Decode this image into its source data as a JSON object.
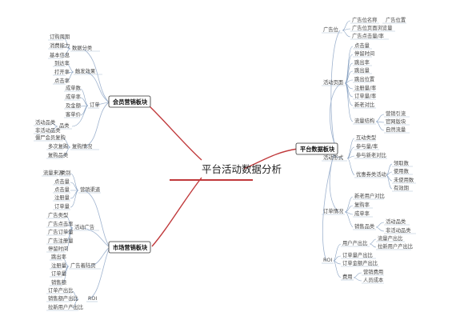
{
  "root": "平台活动数据分析",
  "branches": {
    "member": "会员营销板块",
    "platform": "平台数据板块",
    "market": "市场营销板块"
  },
  "member": {
    "g1": {
      "label": "数据分类",
      "items": [
        "订购周期",
        "消费能力",
        "基本信息"
      ]
    },
    "g2": {
      "label": "触发效果",
      "items": [
        "到达率",
        "打开率",
        "点击率"
      ]
    },
    "g3": {
      "label": "订单",
      "items": [
        "成单数",
        "成单率",
        "及金额",
        "客单价"
      ],
      "sub": {
        "label": "品类",
        "items": [
          "活动品类",
          "非活动品类"
        ]
      }
    },
    "g4": {
      "label": "复购情况",
      "items": [
        "僵尸会员复购",
        "多次复购",
        "复购品类"
      ]
    }
  },
  "platform": {
    "g1": {
      "label": "广告位",
      "items": [
        {
          "label": "广告位名称",
          "child": "广告位置"
        },
        {
          "label": "广告位页面浏览量",
          "child": ""
        },
        {
          "label": "广告点击量/率",
          "child": ""
        }
      ]
    },
    "g2": {
      "label": "活动页面",
      "items": [
        "点击量",
        "停留时间",
        "跳出率",
        "跳出量",
        "跳出位置",
        "注册量/率",
        "订单量/率",
        "新老对比"
      ],
      "sub": {
        "label": "流量结构",
        "items": [
          "营销引流",
          "官网版块",
          "自然流量"
        ]
      }
    },
    "g3": {
      "label": "活动形式",
      "items": [
        "互动类型",
        "参与量/率",
        "参与新老对比"
      ],
      "sub": {
        "label": "优惠券类活动",
        "items": [
          "领取数",
          "使用数",
          "未使用数",
          "有效期"
        ]
      }
    },
    "g4": {
      "label": "订单情况",
      "items": [
        "新老用户对比",
        "复购率",
        "成单率"
      ],
      "sub": {
        "label": "销售品类",
        "items": [
          "活动品类",
          "非活动品类"
        ]
      }
    },
    "g5": {
      "label": "ROI",
      "uvp": {
        "label": "用户产出比",
        "items": [
          "流量产出比",
          "拉新用户产出比"
        ]
      },
      "items": [
        "订单量产出比",
        "订单金额产出比"
      ],
      "cost": {
        "label": "费用",
        "items": [
          "营销费用",
          "人员成本"
        ]
      }
    }
  },
  "market": {
    "g1": {
      "label": "营销渠道",
      "items": [
        "流量来源",
        "点击量",
        "点击量",
        "注册量",
        "订单量"
      ],
      "child0": "类别"
    },
    "g2": {
      "label": "活动广告",
      "items": [
        "广告类型",
        "广告点击率",
        "广告订单量",
        "广告注册量",
        "停留时间"
      ]
    },
    "g3": {
      "label": "广告着陆页",
      "items": [
        "跳出率",
        "注册量",
        "订单量",
        "销售额"
      ]
    },
    "g4": {
      "label": "ROI",
      "items": [
        "订单产出比",
        "销售额产出比",
        "拉新用户产出比"
      ]
    }
  }
}
